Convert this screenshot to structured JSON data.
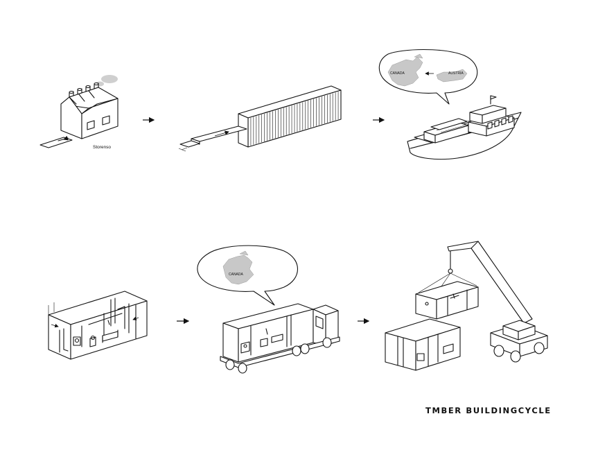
{
  "diagram": {
    "title": "TMBER BUILDINGCYCLE",
    "labels": {
      "factory": "Storenso",
      "origin": "AUSTRIA",
      "destination_ship": "CANADA",
      "destination_truck": "CANADA"
    },
    "steps": [
      {
        "id": "factory",
        "arrow_after": true
      },
      {
        "id": "timber-panels",
        "arrow_after": true
      },
      {
        "id": "ship",
        "arrow_after": false
      },
      {
        "id": "module",
        "arrow_after": true
      },
      {
        "id": "truck",
        "arrow_after": true
      },
      {
        "id": "crane-assembly",
        "arrow_after": false
      }
    ]
  }
}
